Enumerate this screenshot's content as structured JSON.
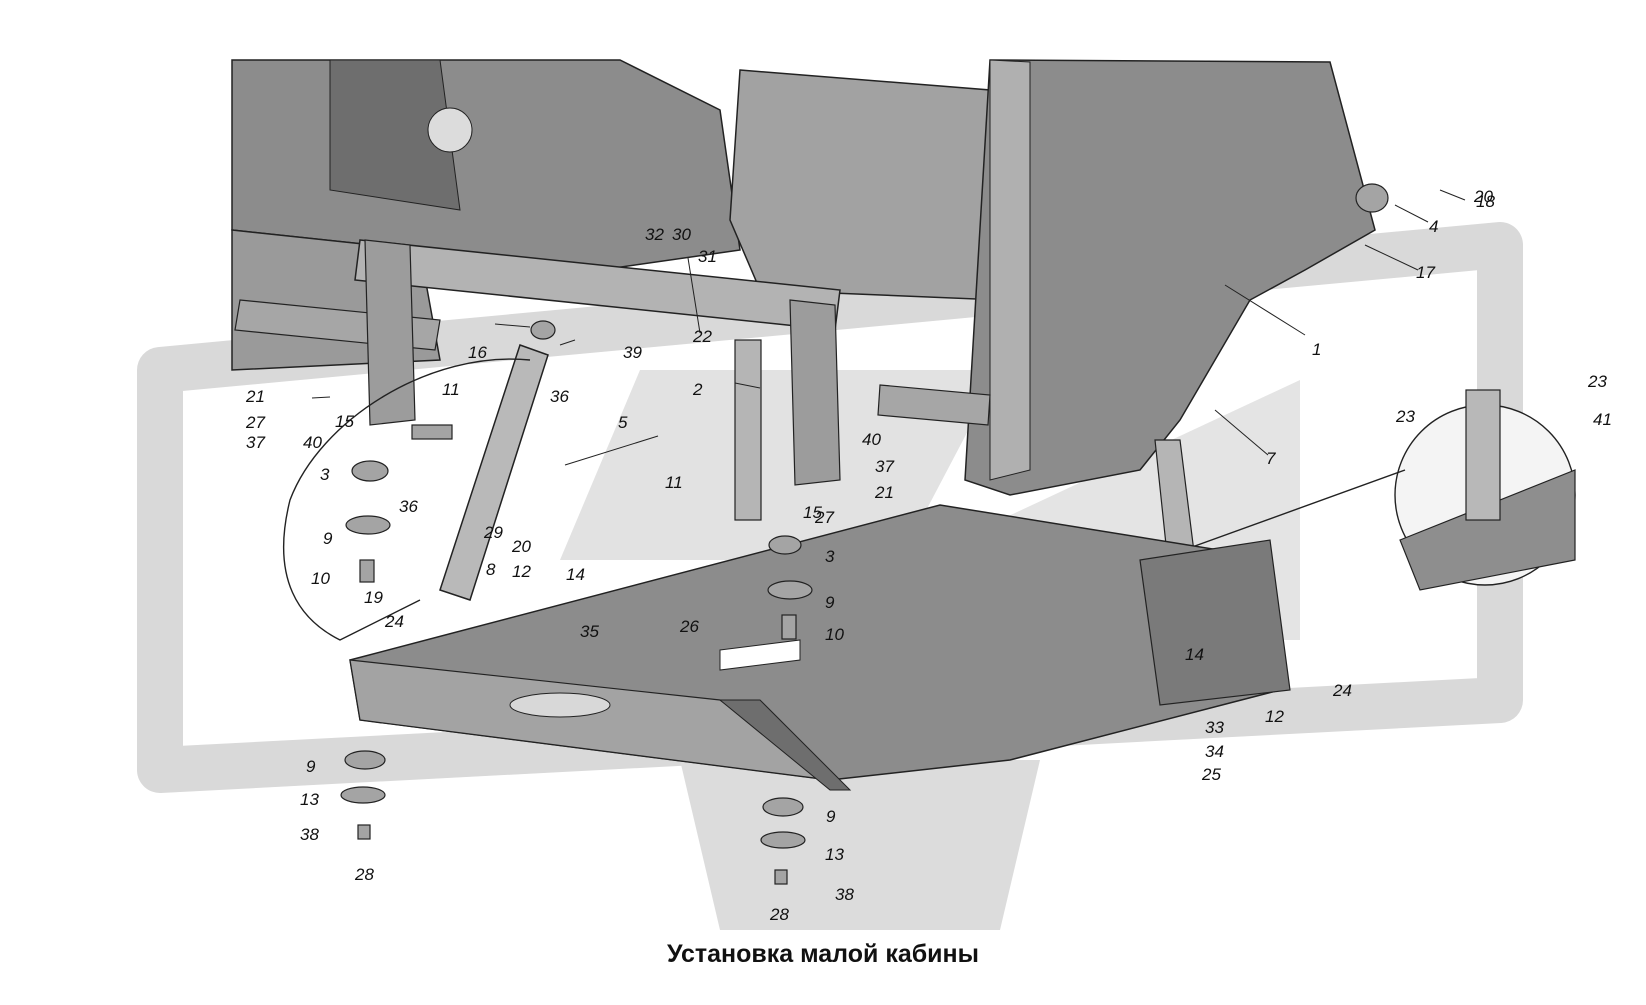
{
  "diagram": {
    "title": "Установка малой кабины",
    "colors": {
      "part_fill": "#8c8c8c",
      "part_dark": "#5e5e5e",
      "part_light": "#b5b5b5",
      "watermark": "#d6d6d6",
      "line": "#222222"
    },
    "callouts": [
      "1",
      "2",
      "3",
      "3",
      "4",
      "5",
      "7",
      "8",
      "9",
      "9",
      "9",
      "9",
      "10",
      "10",
      "11",
      "11",
      "12",
      "12",
      "13",
      "13",
      "14",
      "14",
      "15",
      "15",
      "16",
      "17",
      "18",
      "19",
      "20",
      "20",
      "21",
      "21",
      "22",
      "23",
      "23",
      "24",
      "24",
      "25",
      "26",
      "27",
      "27",
      "28",
      "28",
      "29",
      "30",
      "31",
      "32",
      "33",
      "34",
      "35",
      "36",
      "36",
      "37",
      "37",
      "38",
      "38",
      "39",
      "40",
      "40",
      "41"
    ]
  }
}
